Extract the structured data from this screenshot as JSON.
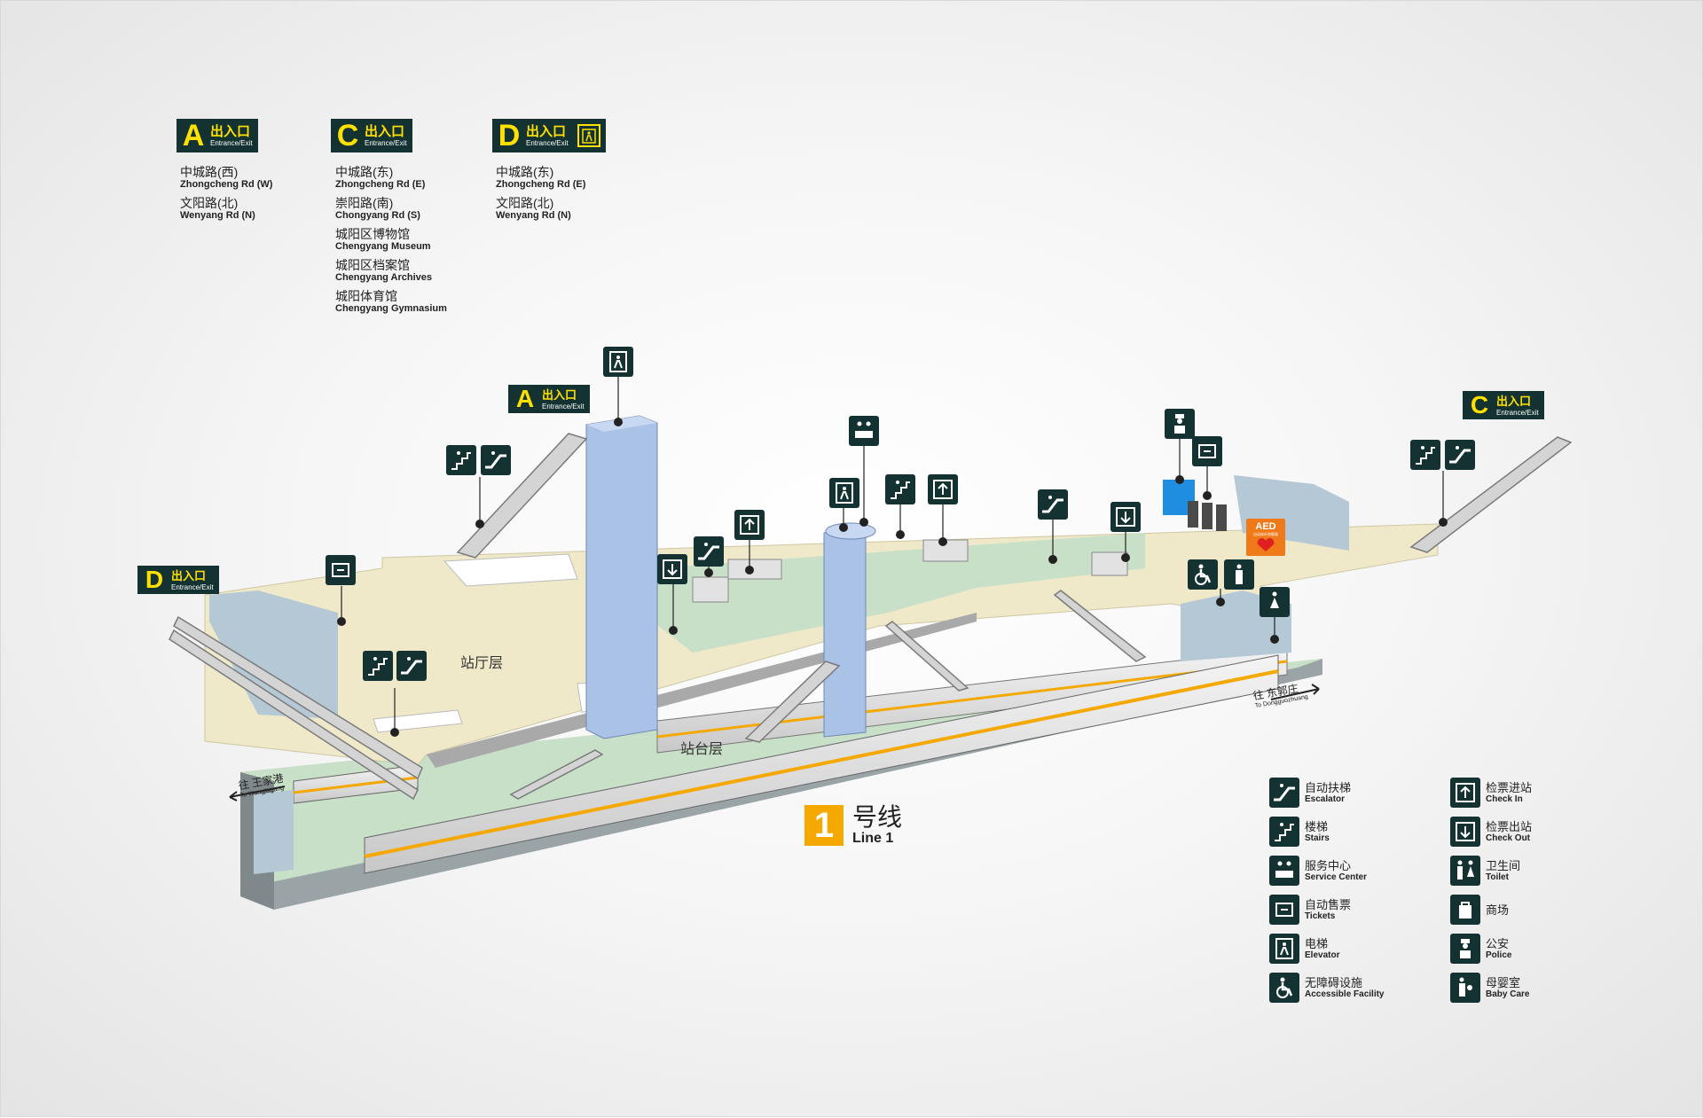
{
  "exits": [
    {
      "letter": "A",
      "cn": "出入口",
      "en": "Entrance/Exit",
      "destinations": [
        {
          "cn": "中城路(西)",
          "en": "Zhongcheng Rd (W)"
        },
        {
          "cn": "文阳路(北)",
          "en": "Wenyang Rd (N)"
        }
      ]
    },
    {
      "letter": "C",
      "cn": "出入口",
      "en": "Entrance/Exit",
      "destinations": [
        {
          "cn": "中城路(东)",
          "en": "Zhongcheng Rd (E)"
        },
        {
          "cn": "崇阳路(南)",
          "en": "Chongyang Rd (S)"
        },
        {
          "cn": "城阳区博物馆",
          "en": "Chengyang Museum"
        },
        {
          "cn": "城阳区档案馆",
          "en": "Chengyang  Archives"
        },
        {
          "cn": "城阳体育馆",
          "en": "Chengyang Gymnasium"
        }
      ]
    },
    {
      "letter": "D",
      "cn": "出入口",
      "en": "Entrance/Exit",
      "has_elevator": true,
      "destinations": [
        {
          "cn": "中城路(东)",
          "en": "Zhongcheng Rd (E)"
        },
        {
          "cn": "文阳路(北)",
          "en": "Wenyang Rd (N)"
        }
      ]
    }
  ],
  "map": {
    "concourse_label": "站厅层",
    "platform_label": "站台层",
    "dir_west": {
      "cn": "往 王家港",
      "en": "To Wangjiagang"
    },
    "dir_east": {
      "cn": "往 东郭庄",
      "en": "To Dongguozhuang"
    },
    "aed_label": "AED",
    "aed_sub": "自动体外除颤器",
    "map_exit_a": {
      "letter": "A",
      "cn": "出入口",
      "en": "Entrance/Exit"
    },
    "map_exit_c": {
      "letter": "C",
      "cn": "出入口",
      "en": "Entrance/Exit"
    },
    "map_exit_d": {
      "letter": "D",
      "cn": "出入口",
      "en": "Entrance/Exit"
    }
  },
  "line": {
    "number": "1",
    "cn": "号线",
    "en": "Line 1",
    "color": "#f5a800"
  },
  "legend": [
    {
      "icon": "escalator-icon",
      "cn": "自动扶梯",
      "en": "Escalator"
    },
    {
      "icon": "checkin-icon",
      "cn": "检票进站",
      "en": "Check In"
    },
    {
      "icon": "stairs-icon",
      "cn": "楼梯",
      "en": "Stairs"
    },
    {
      "icon": "checkout-icon",
      "cn": "检票出站",
      "en": "Check Out"
    },
    {
      "icon": "service-center-icon",
      "cn": "服务中心",
      "en": "Service Center"
    },
    {
      "icon": "toilet-icon",
      "cn": "卫生间",
      "en": "Toilet"
    },
    {
      "icon": "ticket-icon",
      "cn": "自动售票",
      "en": "Tickets"
    },
    {
      "icon": "shop-icon",
      "cn": "商场",
      "en": ""
    },
    {
      "icon": "elevator-icon",
      "cn": "电梯",
      "en": "Elevator"
    },
    {
      "icon": "police-icon",
      "cn": "公安",
      "en": "Police"
    },
    {
      "icon": "accessible-icon",
      "cn": "无障碍设施",
      "en": "Accessible Facility"
    },
    {
      "icon": "baby-care-icon",
      "cn": "母婴室",
      "en": "Baby Care"
    }
  ],
  "colors": {
    "sign_bg": "#143232",
    "sign_yellow": "#ffe100",
    "concourse": "#efe9c9",
    "platform": "#c9e0c8",
    "shaft": "#aac2e6",
    "aed": "#f07a1a"
  }
}
